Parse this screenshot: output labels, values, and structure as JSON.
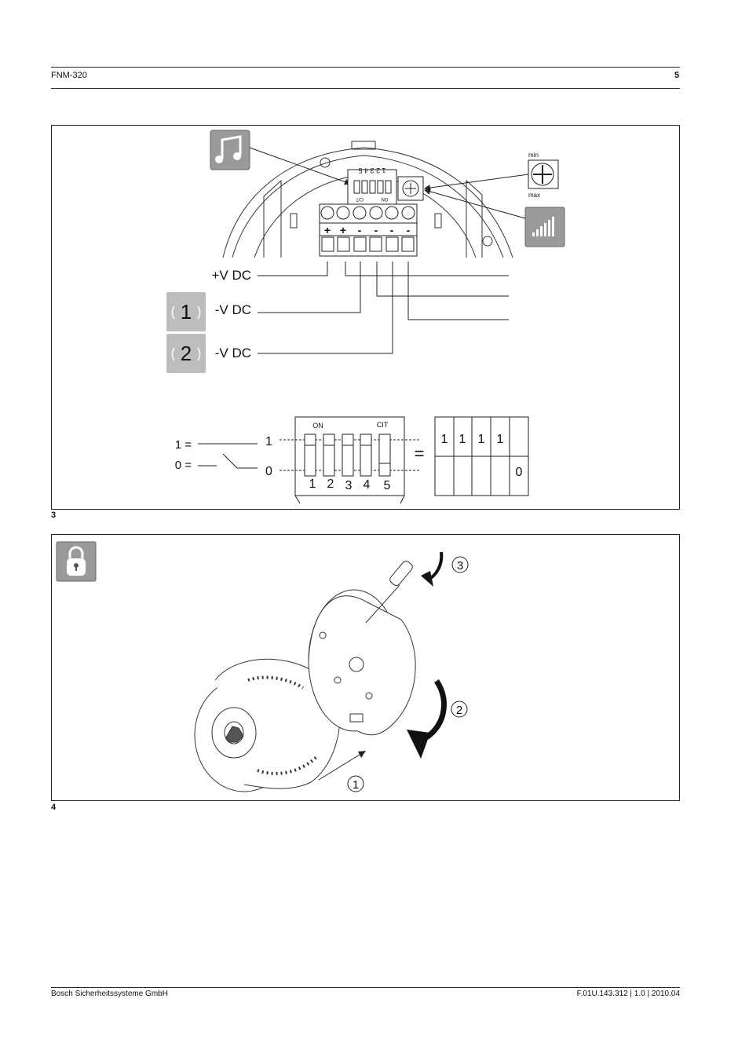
{
  "header": {
    "model": "FNM-320",
    "page": "5"
  },
  "figure3": {
    "number": "3",
    "pot": {
      "min": "min",
      "max": "max"
    },
    "dip": {
      "digits": "1 2 3 4 5",
      "cit": "CIT",
      "on": "ON"
    },
    "terminals": [
      "+",
      "+",
      "-",
      "-",
      "-",
      "-"
    ],
    "wires": {
      "plus": "+V DC",
      "minus1": "-V DC",
      "minus2": "-V DC"
    },
    "tone_badges": [
      "1",
      "2"
    ],
    "legend": {
      "one": "1 =",
      "zero": "0 ="
    },
    "switch_block": {
      "on": "ON",
      "cit": "CIT",
      "row1": "1",
      "row0": "0",
      "numbers": [
        "1",
        "2",
        "3",
        "4",
        "5"
      ]
    },
    "equals": "=",
    "table": {
      "top": [
        "1",
        "1",
        "1",
        "1",
        ""
      ],
      "bottom": [
        "",
        "",
        "",
        "",
        "0"
      ]
    }
  },
  "figure4": {
    "number": "4",
    "steps": [
      "1",
      "2",
      "3"
    ]
  },
  "footer": {
    "company": "Bosch Sicherheitssysteme GmbH",
    "doc": "F.01U.143.312 | 1.0 | 2010.04"
  }
}
